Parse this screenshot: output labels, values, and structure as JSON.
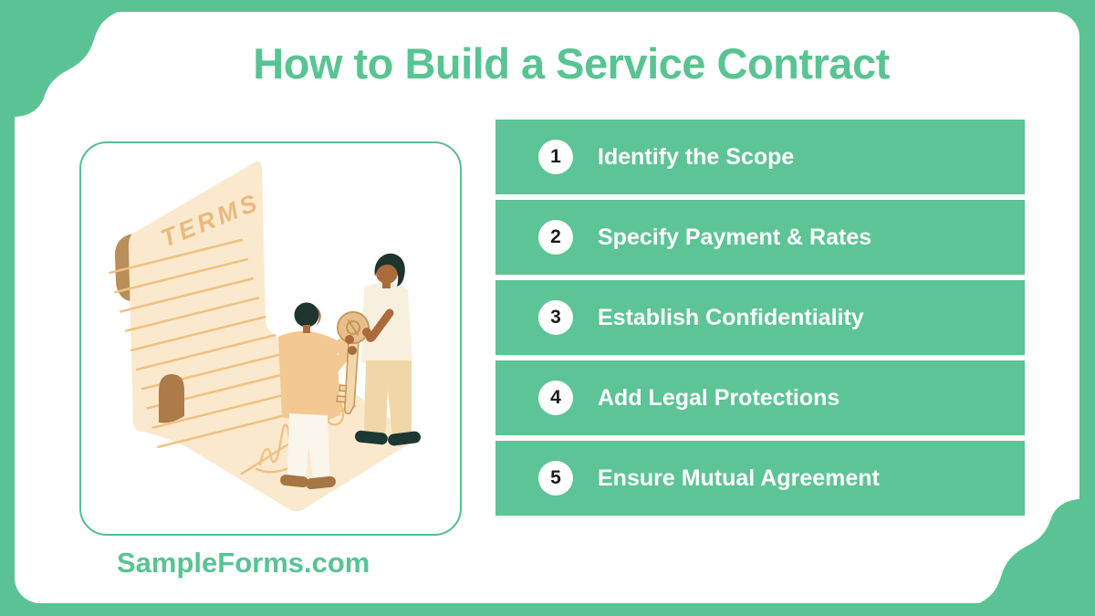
{
  "header": {
    "title": "How to Build a Service Contract"
  },
  "steps": {
    "items": [
      {
        "number": "1",
        "label": "Identify the Scope"
      },
      {
        "number": "2",
        "label": "Specify Payment & Rates"
      },
      {
        "number": "3",
        "label": "Establish Confidentiality"
      },
      {
        "number": "4",
        "label": "Add Legal Protections"
      },
      {
        "number": "5",
        "label": "Ensure Mutual Agreement"
      }
    ]
  },
  "illustration": {
    "terms_label": "TERMS",
    "description": "Two people exchanging a large key in front of an unrolled terms scroll with signatures"
  },
  "footer": {
    "brand": "SampleForms.com"
  },
  "colors": {
    "frame_green": "#5bc393",
    "bar_green": "#5dc495",
    "accent_green": "#58c492",
    "step_text": "#ffffff",
    "step_number": "#1b1b1b",
    "paper_cream": "#fae9cd",
    "line_tan": "#f0c183",
    "curl_brown": "#b98e58",
    "arch_brown": "#ac7b49",
    "skin": "#ab6b3c",
    "hair_dark": "#20342f",
    "sweater_tan": "#f3c892",
    "shirt_cream": "#f8f0df",
    "pants_khaki": "#f1d6a7",
    "pants_white": "#fbf6eb",
    "shoe_brown": "#a67645",
    "shoe_dark": "#1d3833",
    "key_tan": "#e8bf8c",
    "key_outline": "#c9985c"
  }
}
